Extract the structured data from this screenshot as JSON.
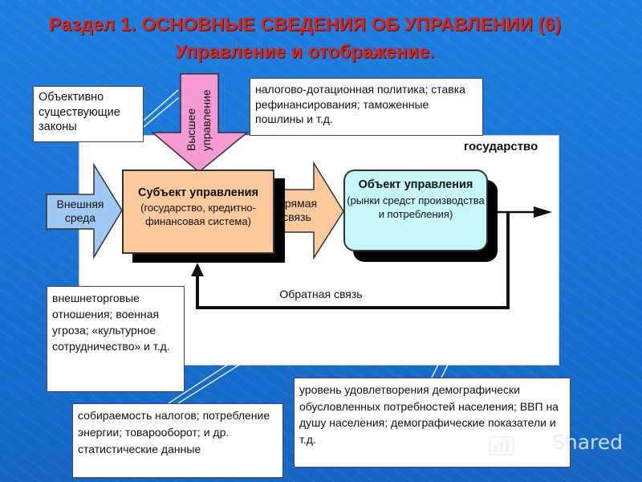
{
  "title": {
    "line1": "Раздел 1. ОСНОВНЫЕ СВЕДЕНИЯ ОБ УПРАВЛЕНИИ (6)",
    "line2": "Управление и отображение."
  },
  "state_label": "государство",
  "notes": {
    "laws": "Объективно существующие законы",
    "policy": "налогово-дотационная политика; ставка рефинансирования; таможенные пошлины и т.д.",
    "foreign": "внешнеторговые отношения; военная угроза; «культурное сотрудничество» и т.д.",
    "stats": "собираемость налогов; потребление энергии; товарооборот; и др. статистические данные",
    "living": "уровень удовлетворения демографически обусловленных потребностей населения; ВВП на душу населения; демографические показатели и т.д."
  },
  "arrows": {
    "top": "Высшее управление",
    "environment": "Внешняя среда",
    "direct": "Прямая связь",
    "feedback": "Обратная связь"
  },
  "subject": {
    "heading": "Субъект управления",
    "body": "(государство, кредитно-финансовая система)"
  },
  "object": {
    "heading": "Объект управления",
    "body": "(рынки средст производства и потребления)"
  },
  "watermark": "Shared",
  "colors": {
    "background": "#1976d2",
    "title": "#d8261c",
    "subject_fill": "#fbc99b",
    "object_fill": "#c6f6f7",
    "top_arrow": "#f59ad2",
    "side_arrows": "#9fc9f3",
    "direct_arrow": "#fbc99b"
  }
}
